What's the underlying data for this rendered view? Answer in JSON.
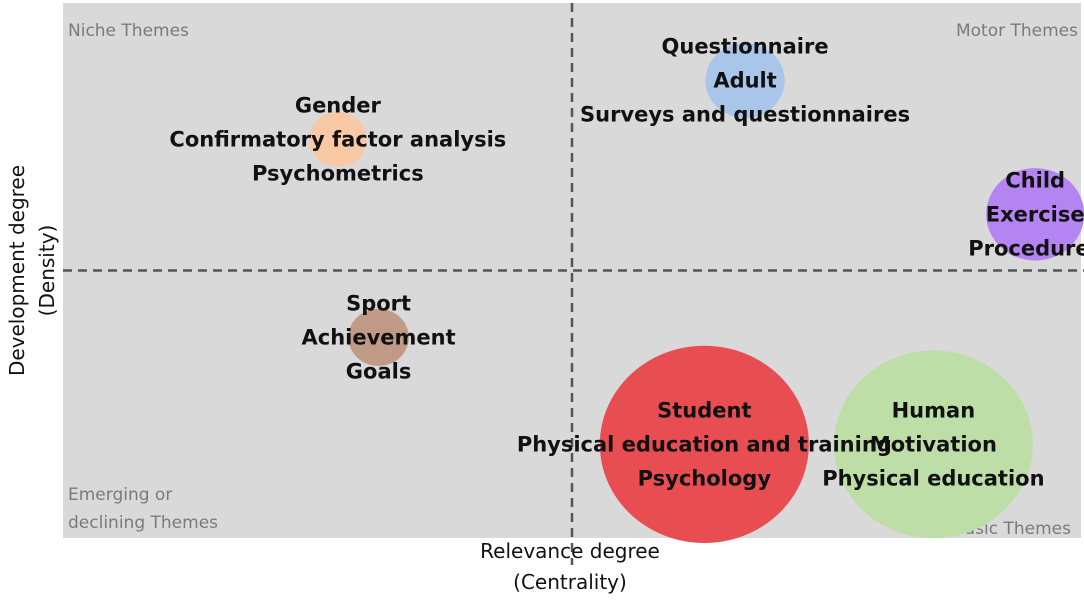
{
  "chart_data": {
    "type": "scatter",
    "title": "",
    "xlabel_lines": [
      "Relevance degree",
      "(Centrality)"
    ],
    "ylabel_lines": [
      "Development degree",
      "(Density)"
    ],
    "quadrant_labels": {
      "top_left": "Niche Themes",
      "top_right": "Motor Themes",
      "bottom_left": [
        "Emerging or",
        "declining Themes"
      ],
      "bottom_right": "Basic Themes"
    },
    "grid": false,
    "divider_lines": "dashed",
    "background_color": "#d9d9d9",
    "clusters": [
      {
        "id": "gender",
        "x": 0.27,
        "y": 0.745,
        "size": 0.4,
        "color": "#f9c8a4",
        "labels": [
          "Gender",
          "Confirmatory factor analysis",
          "Psychometrics"
        ]
      },
      {
        "id": "questionnaire",
        "x": 0.67,
        "y": 0.855,
        "size": 0.55,
        "color": "#a9c5ea",
        "labels": [
          "Questionnaire",
          "Adult",
          "Surveys and questionnaires"
        ]
      },
      {
        "id": "child",
        "x": 0.955,
        "y": 0.605,
        "size": 0.68,
        "color": "#b484f2",
        "labels": [
          "Child",
          "Exercise",
          "Procedures"
        ]
      },
      {
        "id": "sport",
        "x": 0.31,
        "y": 0.375,
        "size": 0.42,
        "color": "#c09a86",
        "labels": [
          "Sport",
          "Achievement",
          "Goals"
        ]
      },
      {
        "id": "student",
        "x": 0.63,
        "y": 0.175,
        "size": 1.45,
        "color": "#e84d52",
        "labels": [
          "Student",
          "Physical education and training",
          "Psychology"
        ]
      },
      {
        "id": "human",
        "x": 0.855,
        "y": 0.175,
        "size": 1.38,
        "color": "#bedea7",
        "labels": [
          "Human",
          "Motivation",
          "Physical education"
        ]
      }
    ]
  }
}
